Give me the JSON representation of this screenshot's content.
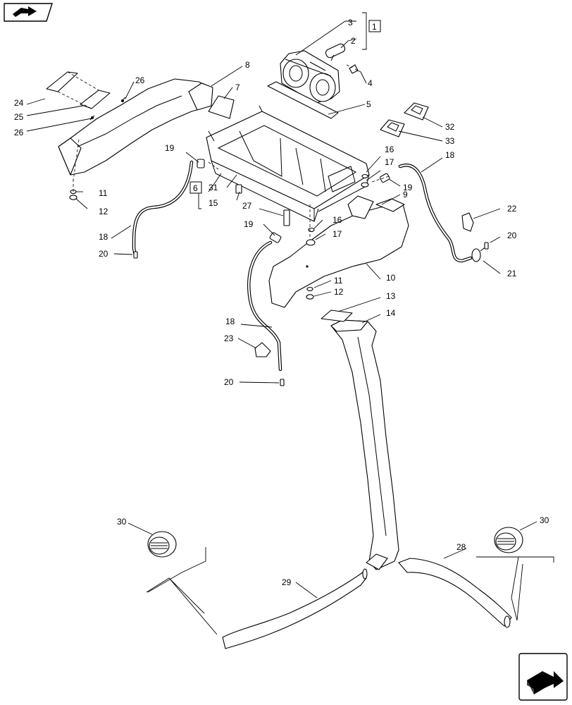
{
  "labels": [
    "3",
    "2",
    "1",
    "4",
    "5",
    "8",
    "7",
    "26",
    "24",
    "25",
    "26",
    "32",
    "33",
    "16",
    "17",
    "19",
    "18",
    "9",
    "19",
    "31",
    "6",
    "15",
    "11",
    "12",
    "18",
    "20",
    "27",
    "16",
    "19",
    "17",
    "10",
    "22",
    "20",
    "21",
    "11",
    "12",
    "13",
    "14",
    "18",
    "23",
    "20",
    "30",
    "29",
    "30",
    "28"
  ],
  "icons": {
    "top_left": "book-arrow-icon",
    "bottom_right": "next-page-arrow-icon"
  }
}
